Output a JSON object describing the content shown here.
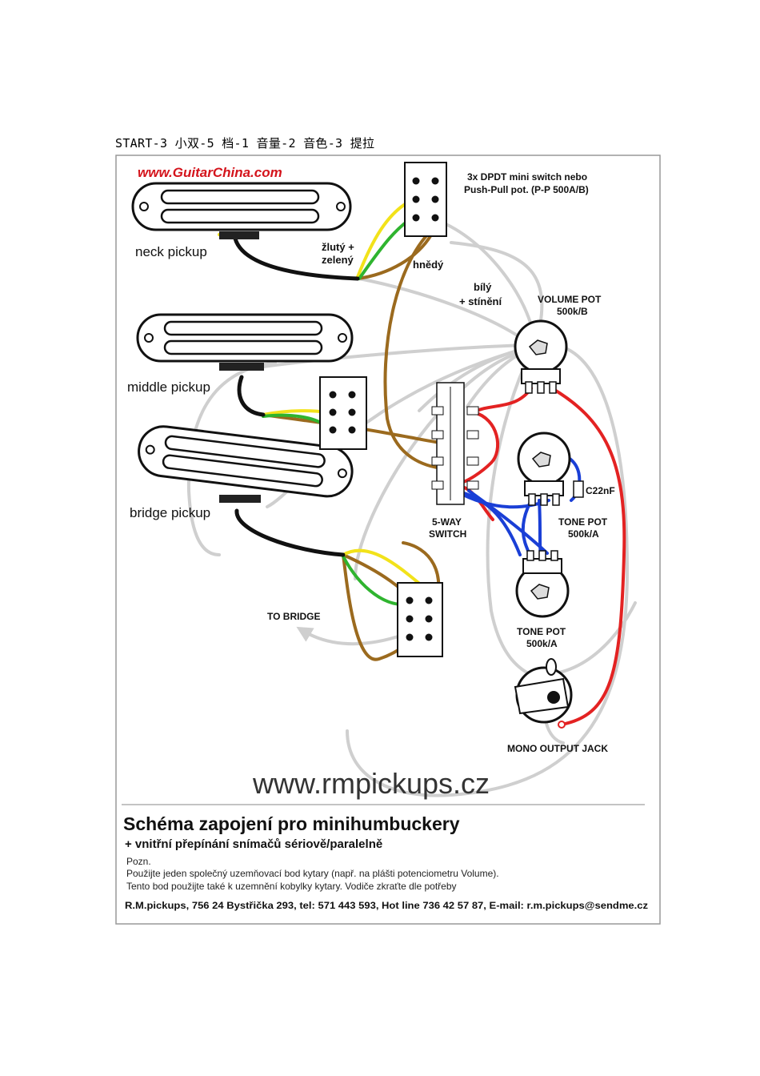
{
  "heading": "START-3 小双-5 档-1 音量-2 音色-3 提拉",
  "site_top": "www.GuitarChina.com",
  "switch_note": [
    "3x DPDT mini switch nebo",
    "Push-Pull pot. (P-P 500A/B)"
  ],
  "labels": {
    "neck_pickup": "neck pickup",
    "middle_pickup": "middle pickup",
    "bridge_pickup": "bridge pickup",
    "zluty": "žlutý +",
    "zeleny": "zelený",
    "hnedy": "hnědý",
    "bily": "bílý",
    "stineni": "+ stínění",
    "volume_pot": [
      "VOLUME POT",
      "500k/B"
    ],
    "tone_pot_1": [
      "TONE POT",
      "500k/A"
    ],
    "tone_pot_2": [
      "TONE POT",
      "500k/A"
    ],
    "capacitor": "C22nF",
    "five_way": [
      "5-WAY",
      "SWITCH"
    ],
    "to_bridge": "TO BRIDGE",
    "output_jack": "MONO OUTPUT JACK"
  },
  "site_bottom": "www.rmpickups.cz",
  "title": "Schéma zapojení pro minihumbuckery",
  "subtitle": "+ vnitřní přepínání snímačů sériově/paralelně",
  "notes": [
    "Pozn.",
    "Použijte jeden společný uzemňovací bod kytary (např. na plášti potenciometru Volume).",
    "Tento bod použijte také k uzemnění kobylky kytary. Vodiče zkraťte dle potřeby"
  ],
  "footer": "R.M.pickups, 756 24 Bystřička 293, tel: 571 443 593, Hot line 736 42 57 87, E-mail: r.m.pickups@sendme.cz",
  "colors": {
    "red_wire": "#e32222",
    "blue_wire": "#1a3fd6",
    "brown_wire": "#9b6a1e",
    "yellow_wire": "#f2e21a",
    "green_wire": "#2fb42f",
    "white_wire": "#cfcfcf",
    "site_red": "#d4141c"
  }
}
